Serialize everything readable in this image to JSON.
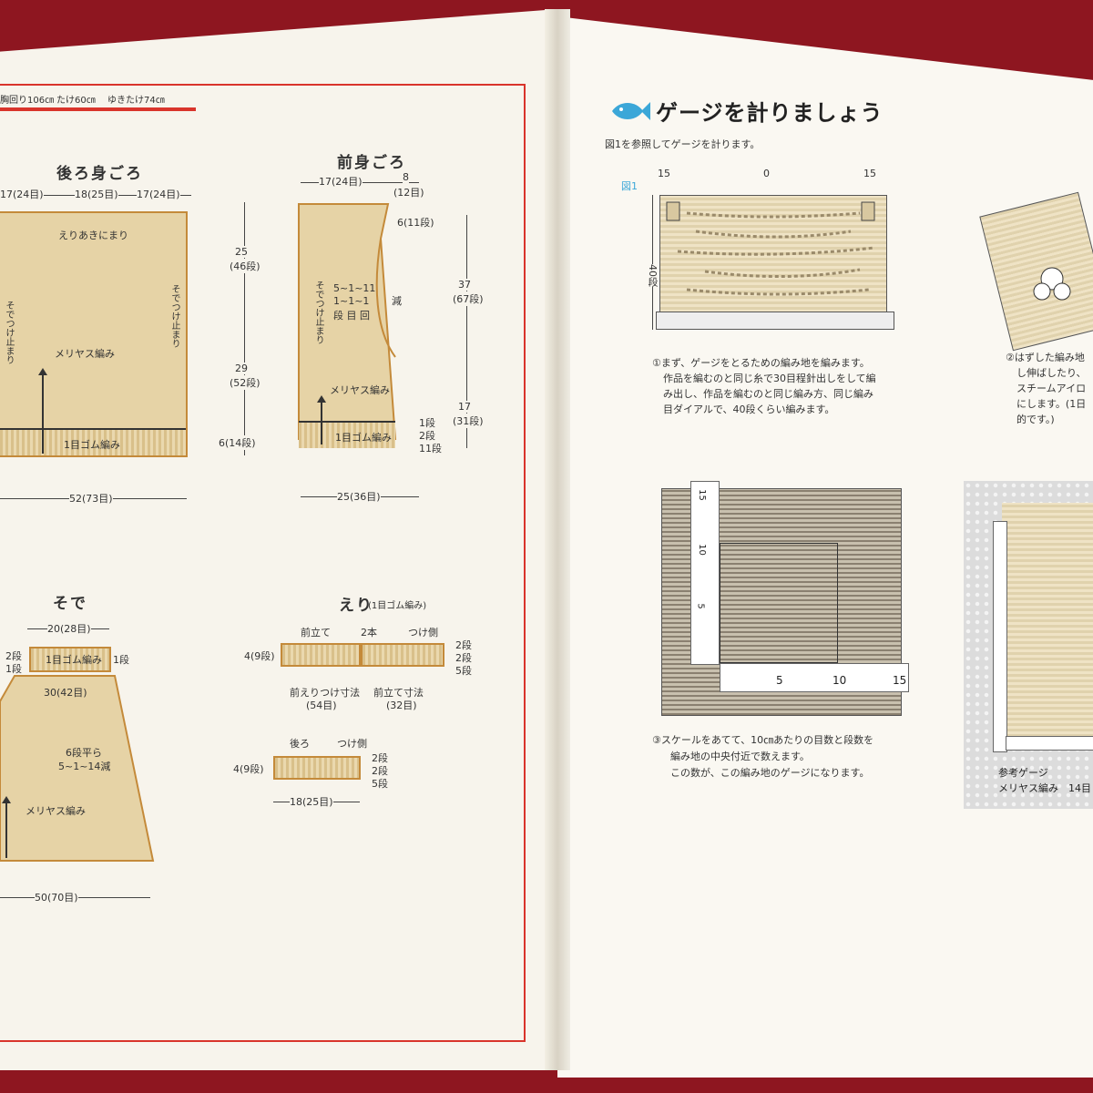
{
  "left_page": {
    "header": {
      "chest": "胸回り106㎝",
      "length": "たけ60㎝",
      "sleeve_length": "ゆきたけ74㎝"
    },
    "back": {
      "title": "後ろ身ごろ",
      "top_dims": [
        "17(24目)",
        "18(25目)",
        "17(24目)"
      ],
      "neck_label": "えりあきにまり",
      "left_side": "そでつけ止まり",
      "right_side": "そでつけ止まり",
      "body_label": "メリヤス編み",
      "rib_label": "1目ゴム編み",
      "width": "52(73目)",
      "height_top": "25",
      "height_top_rows": "(46段)",
      "height_mid": "29",
      "height_mid_rows": "(52段)",
      "height_rib": "6(14段)"
    },
    "front": {
      "title": "前身ごろ",
      "top_dims": [
        "17(24目)",
        "8",
        "(12目)"
      ],
      "shoulder": "6(11段)",
      "dec_lines": [
        "5~1~11",
        "1~1~1",
        "段 目 回"
      ],
      "dec_label": "減",
      "side_label": "そでつけ止まり",
      "body_label": "メリヤス編み",
      "rib_label": "1目ゴム編み",
      "width": "25(36目)",
      "height_a": "37",
      "height_a_rows": "(67段)",
      "height_b": "17",
      "height_b_rows": "(31段)",
      "rib_rows": [
        "1段",
        "2段",
        "11段"
      ]
    },
    "sleeve": {
      "title": "そで",
      "top_width": "20(28目)",
      "cuff_label": "1目ゴム編み",
      "cuff_rows_left": [
        "2段",
        "1段"
      ],
      "cuff_rows_right": "1段",
      "mid_width": "30(42目)",
      "inc_lines": [
        "6段平ら",
        "5~1~14減"
      ],
      "body_label": "メリヤス編み",
      "bottom_width": "50(70目)"
    },
    "collar": {
      "title": "えり",
      "title_note": "(1目ゴム編み)",
      "front_label": "前立て",
      "count": "2本",
      "attach_side": "つけ側",
      "height": "4(9段)",
      "rows": [
        "2段",
        "2段",
        "5段"
      ],
      "dim_label_1": "前えりつけ寸法",
      "dim_value_1": "(54目)",
      "dim_label_2": "前立て寸法",
      "dim_value_2": "(32目)",
      "back_label": "後ろ",
      "back_attach": "つけ側",
      "back_height": "4(9段)",
      "back_rows": [
        "2段",
        "2段",
        "5段"
      ],
      "back_width": "18(25目)"
    }
  },
  "right_page": {
    "title": "ゲージを計りましょう",
    "intro": "図1を参照してゲージを計ります。",
    "fig_label": "図1",
    "fig_scale": [
      "15",
      "0",
      "15"
    ],
    "fig_height": "40段",
    "step1": [
      "①まず、ゲージをとるための編み地を編みます。",
      "作品を編むのと同じ糸で30目程針出しをして編",
      "み出し、作品を編むのと同じ編み方、同じ編み",
      "目ダイアルで、40段くらい編みます。"
    ],
    "step2": [
      "②はずした編み地",
      "し伸ばしたり、",
      "スチームアイロ",
      "にします。(1日",
      "的です。)"
    ],
    "ruler_v": [
      "15",
      "10",
      "5"
    ],
    "ruler_h": [
      "5",
      "10",
      "15"
    ],
    "step3": [
      "③スケールをあてて、10㎝あたりの目数と段数を",
      "編み地の中央付近で数えます。",
      "この数が、この編み地のゲージになります。"
    ],
    "ref_label": "参考ゲージ",
    "ref_value": "メリヤス編み　14目"
  },
  "colors": {
    "frame": "#d9342b",
    "accent": "#3ba7d8",
    "background": "#8e1620",
    "swatch": "#e6d3a6"
  }
}
